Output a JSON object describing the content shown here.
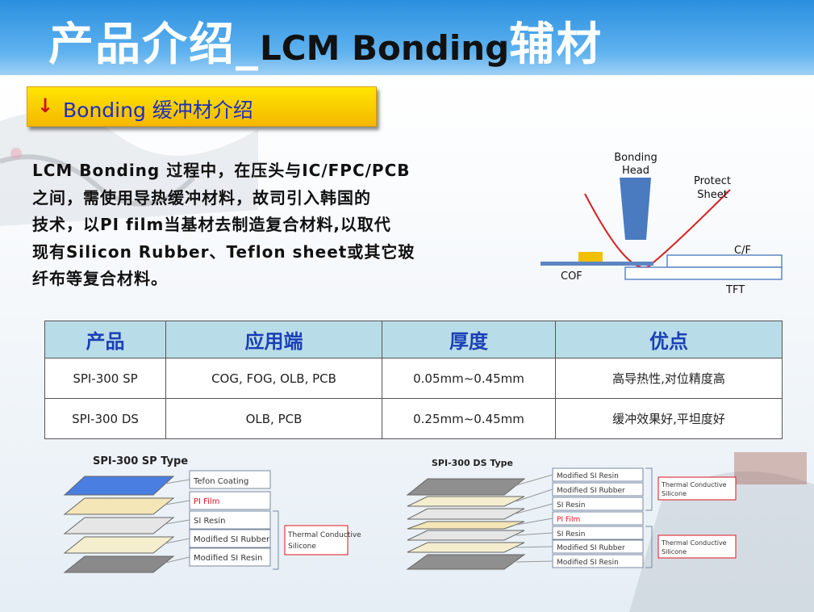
{
  "header": {
    "title_cn": "产品介绍_",
    "title_en": "LCM Bonding",
    "title_cn2": "辅材"
  },
  "section": {
    "arrow": "↓",
    "title": "Bonding 缓冲材介绍"
  },
  "paragraph": [
    "LCM Bonding 过程中，在压头与IC/FPC/PCB",
    "之间，需使用导热缓冲材料，故司引入韩国的",
    "技术，以PI film当基材去制造复合材料,以取代",
    "现有Silicon Rubber、Teflon sheet或其它玻",
    "纤布等复合材料。"
  ],
  "diagram": {
    "bonding_head_1": "Bonding",
    "bonding_head_2": "Head",
    "protect_1": "Protect",
    "protect_2": "Sheet",
    "cf": "C/F",
    "cof": "COF",
    "tft": "TFT"
  },
  "table": {
    "headers": [
      "产品",
      "应用端",
      "厚度",
      "优点"
    ],
    "rows": [
      [
        "SPI-300 SP",
        "COG, FOG, OLB, PCB",
        "0.05mm~0.45mm",
        "高导热性,对位精度高"
      ],
      [
        "SPI-300 DS",
        "OLB, PCB",
        "0.25mm~0.45mm",
        "缓冲效果好,平坦度好"
      ]
    ]
  },
  "sp_type": {
    "title": "SPI-300 SP  Type",
    "labels": [
      "Tefon Coating",
      "PI Film",
      "SI Resin",
      "Modified SI Rubber",
      "Modified SI Resin"
    ],
    "group": [
      "Thermal Conductive",
      "Silicone"
    ]
  },
  "ds_type": {
    "title": "SPI-300 DS Type",
    "labels": [
      "Modified SI Resin",
      "Modified SI Rubber",
      "SI Resin",
      "PI Film",
      "SI Resin",
      "Modified SI Rubber",
      "Modified SI Resin"
    ],
    "group_top": [
      "Thermal Conductive",
      "Silicone"
    ],
    "group_bottom": [
      "Thermal Conductive",
      "Silicone"
    ]
  },
  "colors": {
    "accent_red": "#e0141e",
    "header_blue": "#2a8fe0",
    "table_head": "#b9dde8",
    "title_blue": "#1b3fb6"
  }
}
